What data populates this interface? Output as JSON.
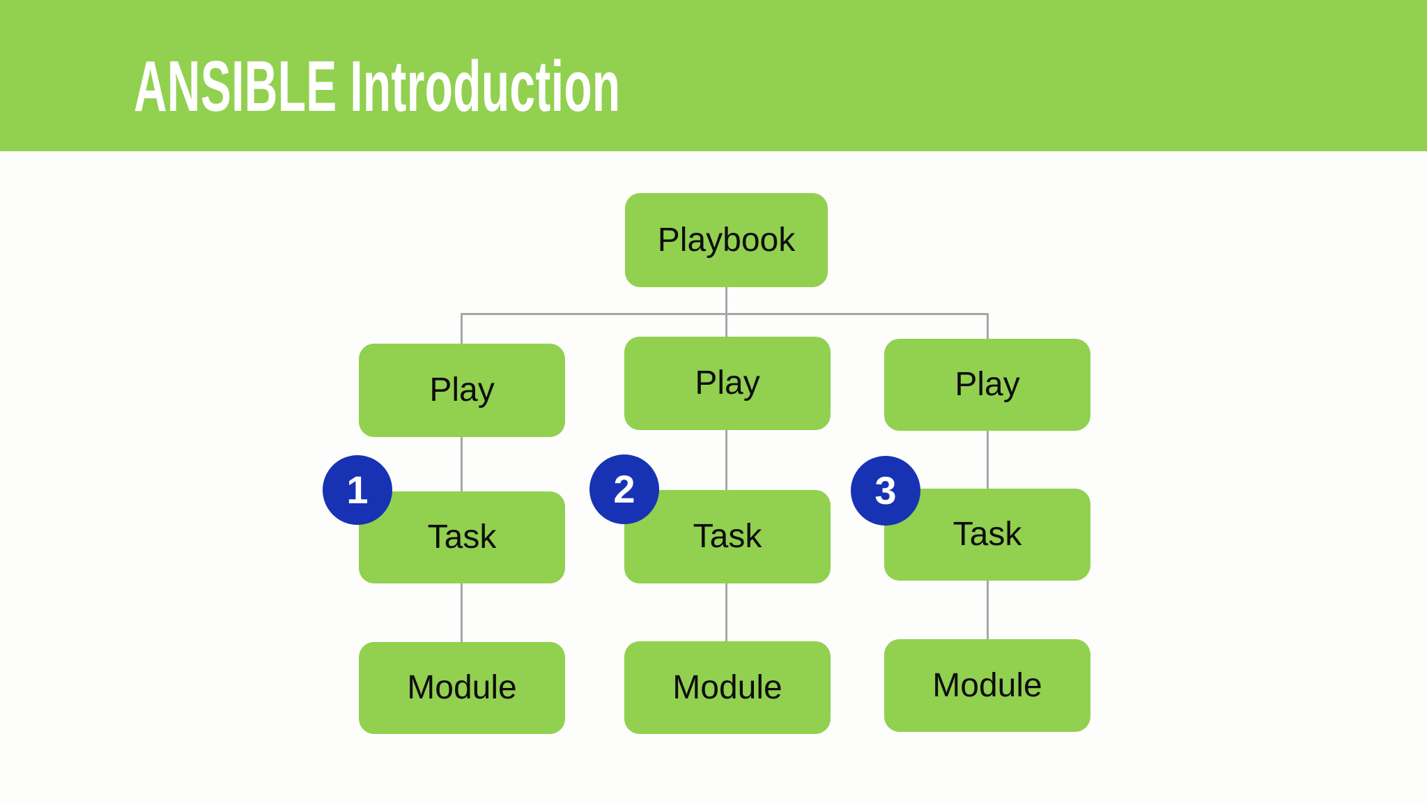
{
  "slide": {
    "title": "ANSIBLE Introduction"
  },
  "colors": {
    "header_green": "#92d050",
    "box_green": "#92d050",
    "connector_gray": "#a6a6a6",
    "badge_blue": "#1733b3",
    "title_text": "#ffffff",
    "node_text": "#0d0d0d",
    "background": "#fdfdfc"
  },
  "diagram": {
    "root": {
      "label": "Playbook"
    },
    "columns": [
      {
        "badge": "1",
        "play_label": "Play",
        "task_label": "Task",
        "module_label": "Module"
      },
      {
        "badge": "2",
        "play_label": "Play",
        "task_label": "Task",
        "module_label": "Module"
      },
      {
        "badge": "3",
        "play_label": "Play",
        "task_label": "Task",
        "module_label": "Module"
      }
    ]
  }
}
